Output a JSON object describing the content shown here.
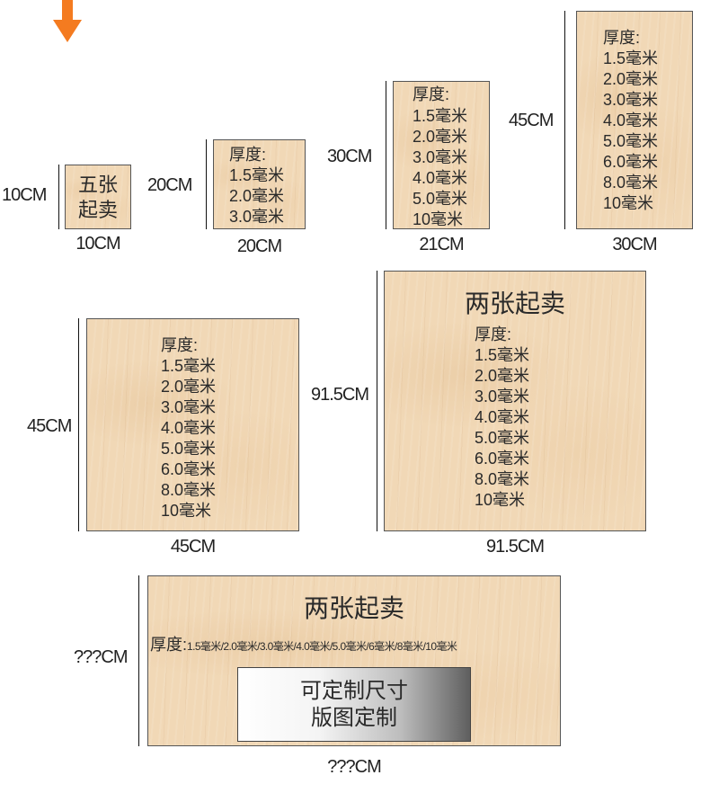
{
  "colors": {
    "accent": "#f47b20",
    "board": "#f1d8b6",
    "border": "#555555"
  },
  "arrow_icon": "down-arrow-icon",
  "boards": {
    "b10": {
      "height": "10CM",
      "width": "10CM",
      "text_line1": "五张",
      "text_line2": "起卖"
    },
    "b20": {
      "height": "20CM",
      "width": "20CM",
      "thickness_label": "厚度:",
      "thicknesses": [
        "1.5毫米",
        "2.0毫米",
        "3.0毫米"
      ]
    },
    "b21": {
      "height": "30CM",
      "width": "21CM",
      "thickness_label": "厚度:",
      "thicknesses": [
        "1.5毫米",
        "2.0毫米",
        "3.0毫米",
        "4.0毫米",
        "5.0毫米",
        "10毫米"
      ]
    },
    "b30": {
      "height": "45CM",
      "width": "30CM",
      "thickness_label": "厚度:",
      "thicknesses": [
        "1.5毫米",
        "2.0毫米",
        "3.0毫米",
        "4.0毫米",
        "5.0毫米",
        "6.0毫米",
        "8.0毫米",
        "10毫米"
      ]
    },
    "b45": {
      "height": "45CM",
      "width": "45CM",
      "thickness_label": "厚度:",
      "thicknesses": [
        "1.5毫米",
        "2.0毫米",
        "3.0毫米",
        "4.0毫米",
        "5.0毫米",
        "6.0毫米",
        "8.0毫米",
        "10毫米"
      ]
    },
    "b915": {
      "height": "91.5CM",
      "width": "91.5CM",
      "headline": "两张起卖",
      "thickness_label": "厚度:",
      "thicknesses": [
        "1.5毫米",
        "2.0毫米",
        "3.0毫米",
        "4.0毫米",
        "5.0毫米",
        "6.0毫米",
        "8.0毫米",
        "10毫米"
      ]
    },
    "custom": {
      "height": "???CM",
      "width": "???CM",
      "headline": "两张起卖",
      "thickness_label": "厚度:",
      "thickness_inline": "1.5毫米/2.0毫米/3.0毫米/4.0毫米/5.0毫米/6毫米/8毫米/10毫米",
      "button_line1": "可定制尺寸",
      "button_line2": "版图定制"
    }
  }
}
